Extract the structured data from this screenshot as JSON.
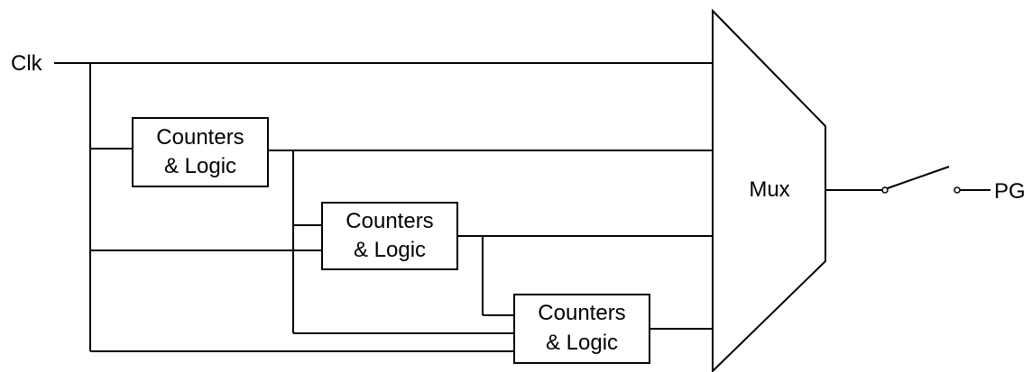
{
  "inputs": {
    "clock_label": "Clk"
  },
  "outputs": {
    "pg_label": "PG"
  },
  "blocks": [
    {
      "line1": "Counters",
      "line2": "& Logic"
    },
    {
      "line1": "Counters",
      "line2": "& Logic"
    },
    {
      "line1": "Counters",
      "line2": "& Logic"
    }
  ],
  "mux": {
    "label": "Mux"
  }
}
